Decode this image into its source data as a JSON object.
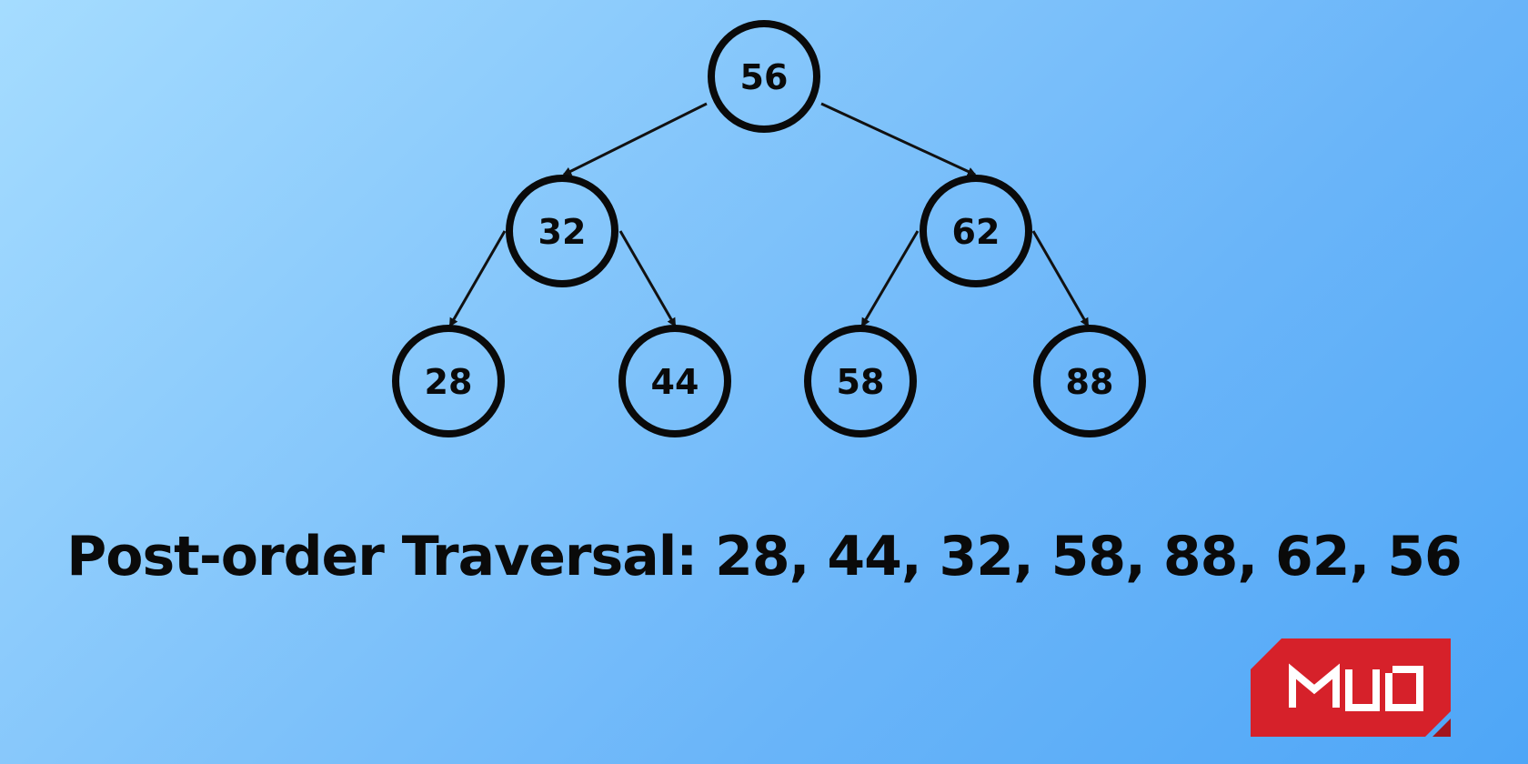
{
  "diagram": {
    "type": "binary-tree",
    "colors": {
      "background_start": "#a5dcff",
      "background_end": "#4ea6f7",
      "node_stroke": "#0a0a0a",
      "text": "#0a0a0a"
    },
    "nodes": [
      {
        "id": "n56",
        "value": "56"
      },
      {
        "id": "n32",
        "value": "32"
      },
      {
        "id": "n62",
        "value": "62"
      },
      {
        "id": "n28",
        "value": "28"
      },
      {
        "id": "n44",
        "value": "44"
      },
      {
        "id": "n58",
        "value": "58"
      },
      {
        "id": "n88",
        "value": "88"
      }
    ],
    "edges": [
      {
        "from": "n56",
        "to": "n32"
      },
      {
        "from": "n56",
        "to": "n62"
      },
      {
        "from": "n32",
        "to": "n28"
      },
      {
        "from": "n32",
        "to": "n44"
      },
      {
        "from": "n62",
        "to": "n58"
      },
      {
        "from": "n62",
        "to": "n88"
      }
    ]
  },
  "caption": {
    "text": "Post-order Traversal: 28, 44, 32, 58, 88, 62, 56"
  },
  "logo": {
    "text": "MUO",
    "color": "#d6212a"
  }
}
